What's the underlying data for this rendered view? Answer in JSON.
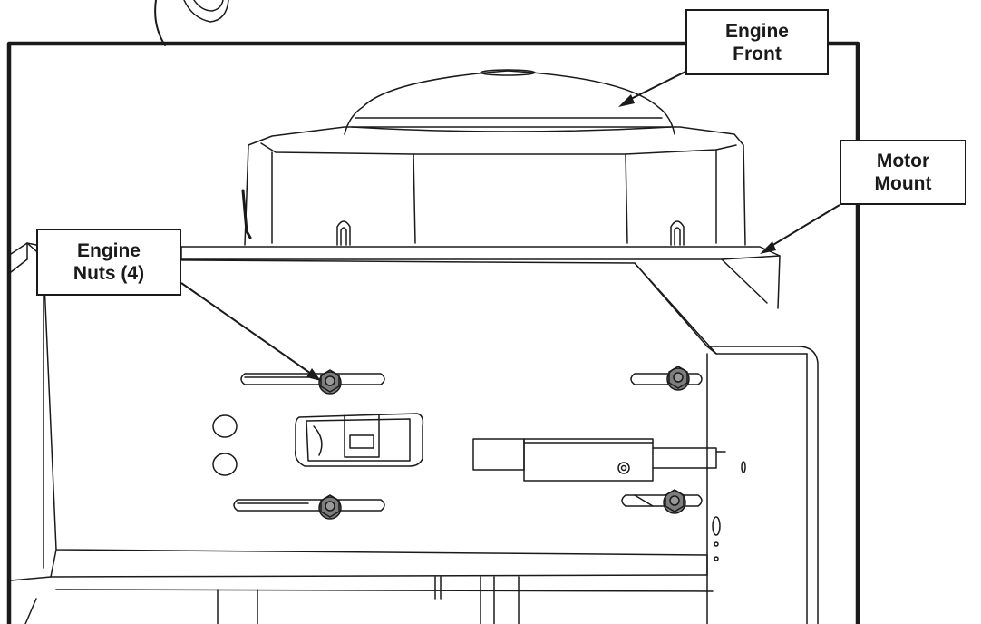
{
  "figure": {
    "callouts": {
      "engine_front": {
        "line1": "Engine",
        "line2": "Front"
      },
      "motor_mount": {
        "line1": "Motor",
        "line2": "Mount"
      },
      "engine_nuts": {
        "line1": "Engine",
        "line2": "Nuts (4)"
      }
    },
    "colors": {
      "line": "#1a1a1a",
      "nut": "#7d7d7d",
      "background": "#ffffff"
    }
  }
}
